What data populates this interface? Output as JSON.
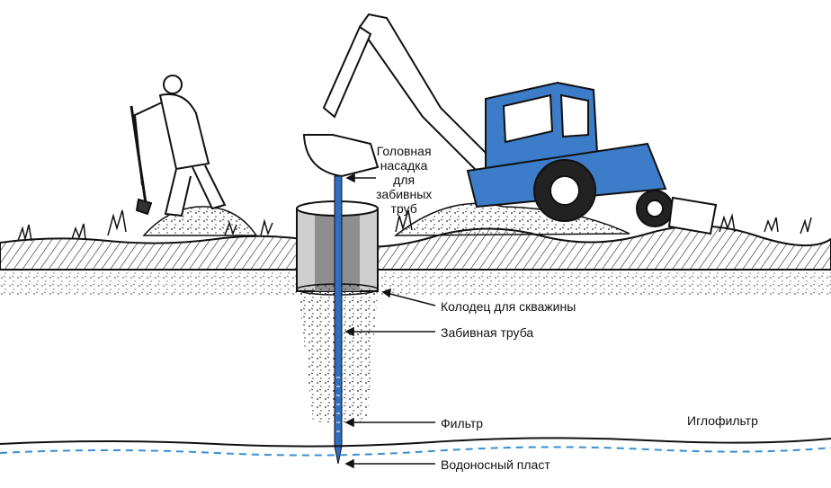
{
  "labels": {
    "head_line1": "Головная",
    "head_line2": "насадка",
    "head_line3": "для",
    "head_line4": "забивных",
    "head_line5": "труб",
    "well": "Колодец для скважины",
    "pipe": "Забивная труба",
    "filter": "Фильтр",
    "wellpoint": "Иглофильтр",
    "aquifer": "Водоносный пласт"
  },
  "colors": {
    "tractor": "#3d7cc9",
    "pipe": "#2f6fbf",
    "water_line": "#3a8fd0",
    "ink": "#111111"
  },
  "icons": [
    "digger-person",
    "backhoe-tractor",
    "well-casing",
    "driven-pipe",
    "water-table"
  ]
}
